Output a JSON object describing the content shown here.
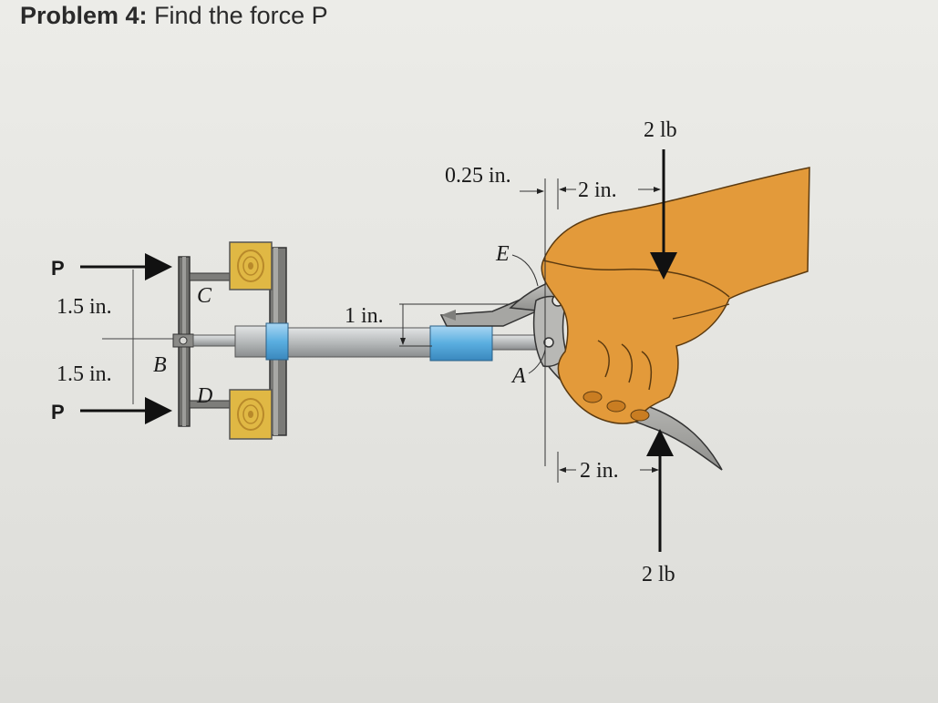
{
  "problem": {
    "lead": "Problem 4:",
    "text": "Find the force P"
  },
  "figure": {
    "force_label_top": "P",
    "force_label_bottom": "P",
    "dim_upper": "1.5 in.",
    "dim_lower": "1.5 in.",
    "dim_rod": "1 in.",
    "dim_jaw_offset": "0.25 in.",
    "dim_handle_top": "2 in.",
    "dim_handle_bottom": "2 in.",
    "load_top": "2 lb",
    "load_bottom": "2 lb",
    "point_b": "B",
    "point_c": "C",
    "point_d": "D",
    "point_e": "E",
    "point_a": "A"
  },
  "colors": {
    "skin": "#e39a3a",
    "skin_shadow": "#c97d22",
    "wood": "#e0b844",
    "rod": "#b9bcbd",
    "collar": "#5aaee0",
    "metal": "#9e9e9c"
  }
}
